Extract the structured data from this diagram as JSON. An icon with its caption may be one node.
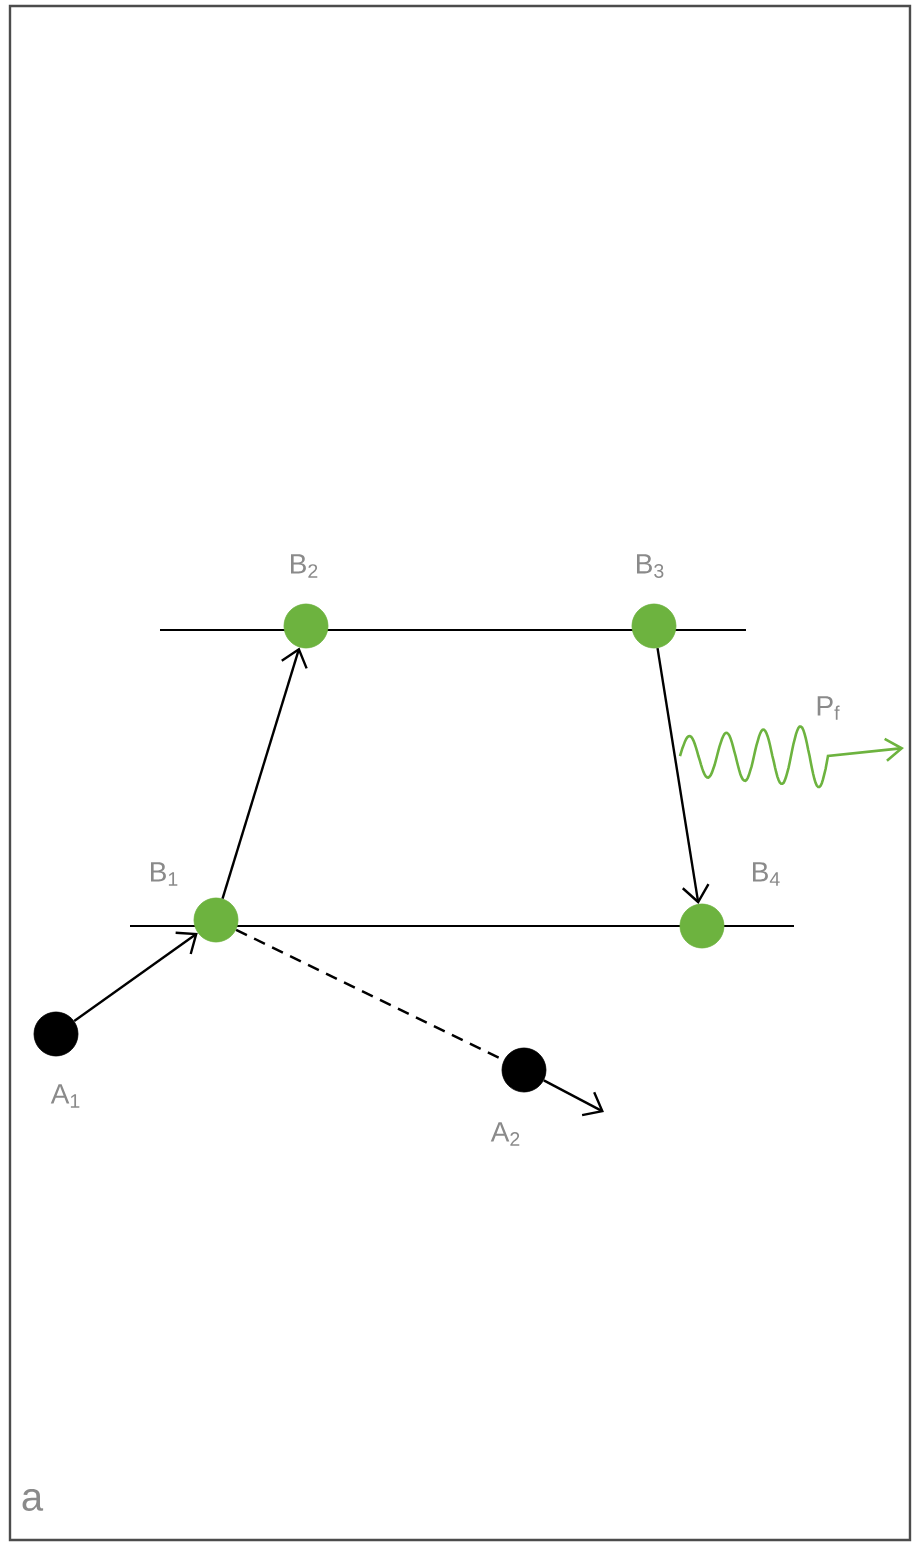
{
  "diagram": {
    "nodes": [
      {
        "text": [],
        "shape": "circle",
        "beside": [
          "A$_{1}$"
        ]
      },
      {
        "text": [],
        "shape": "circle",
        "beside": [
          "B$_{1}$"
        ]
      },
      {
        "text": [],
        "shape": "circle",
        "beside": [
          "B$_{2}$"
        ]
      },
      {
        "text": [],
        "shape": "circle",
        "beside": [
          "B$_{3}$"
        ]
      },
      {
        "text": [],
        "shape": "circle",
        "beside": [
          "B$_{4}$"
        ]
      },
      {
        "text": [],
        "shape": "circle",
        "beside": [
          "A$_{2}$"
        ]
      }
    ],
    "edges": [
      {
        "from": 0,
        "to": 1,
        "arrow": "to"
      },
      {
        "from": 1,
        "to": 2,
        "arrow": "to"
      },
      {
        "from": 1,
        "to": 5,
        "arrow": "none",
        "style": "dashed"
      },
      {
        "from": 5,
        "to": null,
        "arrow": "to"
      },
      {
        "from": 3,
        "to": 4,
        "arrow": "to"
      }
    ],
    "labels": [
      "P$_{f}$",
      "a"
    ]
  }
}
